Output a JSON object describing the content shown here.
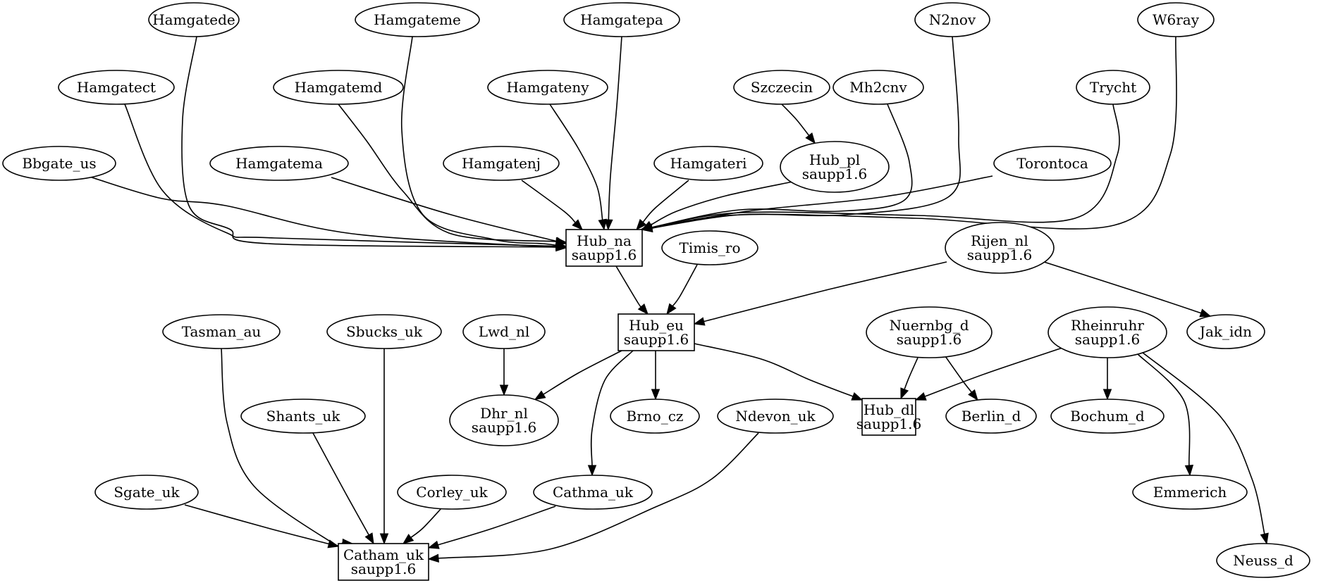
{
  "diagram": {
    "type": "directed-graph",
    "nodes": [
      {
        "id": "Hamgatede",
        "label": "Hamgatede",
        "shape": "ellipse"
      },
      {
        "id": "Hamgateme",
        "label": "Hamgateme",
        "shape": "ellipse"
      },
      {
        "id": "Hamgatepa",
        "label": "Hamgatepa",
        "shape": "ellipse"
      },
      {
        "id": "N2nov",
        "label": "N2nov",
        "shape": "ellipse"
      },
      {
        "id": "W6ray",
        "label": "W6ray",
        "shape": "ellipse"
      },
      {
        "id": "Hamgatect",
        "label": "Hamgatect",
        "shape": "ellipse"
      },
      {
        "id": "Hamgatemd",
        "label": "Hamgatemd",
        "shape": "ellipse"
      },
      {
        "id": "Hamgateny",
        "label": "Hamgateny",
        "shape": "ellipse"
      },
      {
        "id": "Szczecin",
        "label": "Szczecin",
        "shape": "ellipse"
      },
      {
        "id": "Mh2cnv",
        "label": "Mh2cnv",
        "shape": "ellipse"
      },
      {
        "id": "Trycht",
        "label": "Trycht",
        "shape": "ellipse"
      },
      {
        "id": "Bbgate_us",
        "label": "Bbgate_us",
        "shape": "ellipse"
      },
      {
        "id": "Hamgatema",
        "label": "Hamgatema",
        "shape": "ellipse"
      },
      {
        "id": "Hamgatenj",
        "label": "Hamgatenj",
        "shape": "ellipse"
      },
      {
        "id": "Hamgateri",
        "label": "Hamgateri",
        "shape": "ellipse"
      },
      {
        "id": "Hub_pl",
        "label": "Hub_pl\nsaupp1.6",
        "shape": "ellipse"
      },
      {
        "id": "Torontoca",
        "label": "Torontoca",
        "shape": "ellipse"
      },
      {
        "id": "Hub_na",
        "label": "Hub_na\nsaupp1.6",
        "shape": "box"
      },
      {
        "id": "Timis_ro",
        "label": "Timis_ro",
        "shape": "ellipse"
      },
      {
        "id": "Rijen_nl",
        "label": "Rijen_nl\nsaupp1.6",
        "shape": "ellipse"
      },
      {
        "id": "Tasman_au",
        "label": "Tasman_au",
        "shape": "ellipse"
      },
      {
        "id": "Sbucks_uk",
        "label": "Sbucks_uk",
        "shape": "ellipse"
      },
      {
        "id": "Lwd_nl",
        "label": "Lwd_nl",
        "shape": "ellipse"
      },
      {
        "id": "Hub_eu",
        "label": "Hub_eu\nsaupp1.6",
        "shape": "box"
      },
      {
        "id": "Nuernbg_d",
        "label": "Nuernbg_d\nsaupp1.6",
        "shape": "ellipse"
      },
      {
        "id": "Rheinruhr",
        "label": "Rheinruhr\nsaupp1.6",
        "shape": "ellipse"
      },
      {
        "id": "Jak_idn",
        "label": "Jak_idn",
        "shape": "ellipse"
      },
      {
        "id": "Shants_uk",
        "label": "Shants_uk",
        "shape": "ellipse"
      },
      {
        "id": "Dhr_nl",
        "label": "Dhr_nl\nsaupp1.6",
        "shape": "ellipse"
      },
      {
        "id": "Brno_cz",
        "label": "Brno_cz",
        "shape": "ellipse"
      },
      {
        "id": "Ndevon_uk",
        "label": "Ndevon_uk",
        "shape": "ellipse"
      },
      {
        "id": "Hub_dl",
        "label": "Hub_dl\nsaupp1.6",
        "shape": "box"
      },
      {
        "id": "Berlin_d",
        "label": "Berlin_d",
        "shape": "ellipse"
      },
      {
        "id": "Bochum_d",
        "label": "Bochum_d",
        "shape": "ellipse"
      },
      {
        "id": "Sgate_uk",
        "label": "Sgate_uk",
        "shape": "ellipse"
      },
      {
        "id": "Corley_uk",
        "label": "Corley_uk",
        "shape": "ellipse"
      },
      {
        "id": "Cathma_uk",
        "label": "Cathma_uk",
        "shape": "ellipse"
      },
      {
        "id": "Emmerich",
        "label": "Emmerich",
        "shape": "ellipse"
      },
      {
        "id": "Catham_uk",
        "label": "Catham_uk\nsaupp1.6",
        "shape": "box"
      },
      {
        "id": "Neuss_d",
        "label": "Neuss_d",
        "shape": "ellipse"
      }
    ],
    "edges": [
      {
        "from": "Hamgatede",
        "to": "Hub_na"
      },
      {
        "from": "Hamgateme",
        "to": "Hub_na"
      },
      {
        "from": "Hamgatepa",
        "to": "Hub_na"
      },
      {
        "from": "N2nov",
        "to": "Hub_na"
      },
      {
        "from": "W6ray",
        "to": "Hub_na"
      },
      {
        "from": "Hamgatect",
        "to": "Hub_na"
      },
      {
        "from": "Hamgatemd",
        "to": "Hub_na"
      },
      {
        "from": "Hamgateny",
        "to": "Hub_na"
      },
      {
        "from": "Szczecin",
        "to": "Hub_pl"
      },
      {
        "from": "Mh2cnv",
        "to": "Hub_na"
      },
      {
        "from": "Trycht",
        "to": "Hub_na"
      },
      {
        "from": "Bbgate_us",
        "to": "Hub_na"
      },
      {
        "from": "Hamgatema",
        "to": "Hub_na"
      },
      {
        "from": "Hamgatenj",
        "to": "Hub_na"
      },
      {
        "from": "Hamgateri",
        "to": "Hub_na"
      },
      {
        "from": "Hub_pl",
        "to": "Hub_na"
      },
      {
        "from": "Torontoca",
        "to": "Hub_na"
      },
      {
        "from": "Hub_na",
        "to": "Hub_eu"
      },
      {
        "from": "Timis_ro",
        "to": "Hub_eu"
      },
      {
        "from": "Rijen_nl",
        "to": "Hub_eu"
      },
      {
        "from": "Rijen_nl",
        "to": "Jak_idn"
      },
      {
        "from": "Lwd_nl",
        "to": "Dhr_nl"
      },
      {
        "from": "Hub_eu",
        "to": "Dhr_nl"
      },
      {
        "from": "Hub_eu",
        "to": "Brno_cz"
      },
      {
        "from": "Hub_eu",
        "to": "Cathma_uk"
      },
      {
        "from": "Hub_eu",
        "to": "Hub_dl"
      },
      {
        "from": "Nuernbg_d",
        "to": "Hub_dl"
      },
      {
        "from": "Nuernbg_d",
        "to": "Berlin_d"
      },
      {
        "from": "Rheinruhr",
        "to": "Hub_dl"
      },
      {
        "from": "Rheinruhr",
        "to": "Bochum_d"
      },
      {
        "from": "Rheinruhr",
        "to": "Emmerich"
      },
      {
        "from": "Rheinruhr",
        "to": "Neuss_d"
      },
      {
        "from": "Tasman_au",
        "to": "Catham_uk"
      },
      {
        "from": "Sbucks_uk",
        "to": "Catham_uk"
      },
      {
        "from": "Shants_uk",
        "to": "Catham_uk"
      },
      {
        "from": "Sgate_uk",
        "to": "Catham_uk"
      },
      {
        "from": "Corley_uk",
        "to": "Catham_uk"
      },
      {
        "from": "Cathma_uk",
        "to": "Catham_uk"
      },
      {
        "from": "Ndevon_uk",
        "to": "Catham_uk"
      }
    ]
  }
}
